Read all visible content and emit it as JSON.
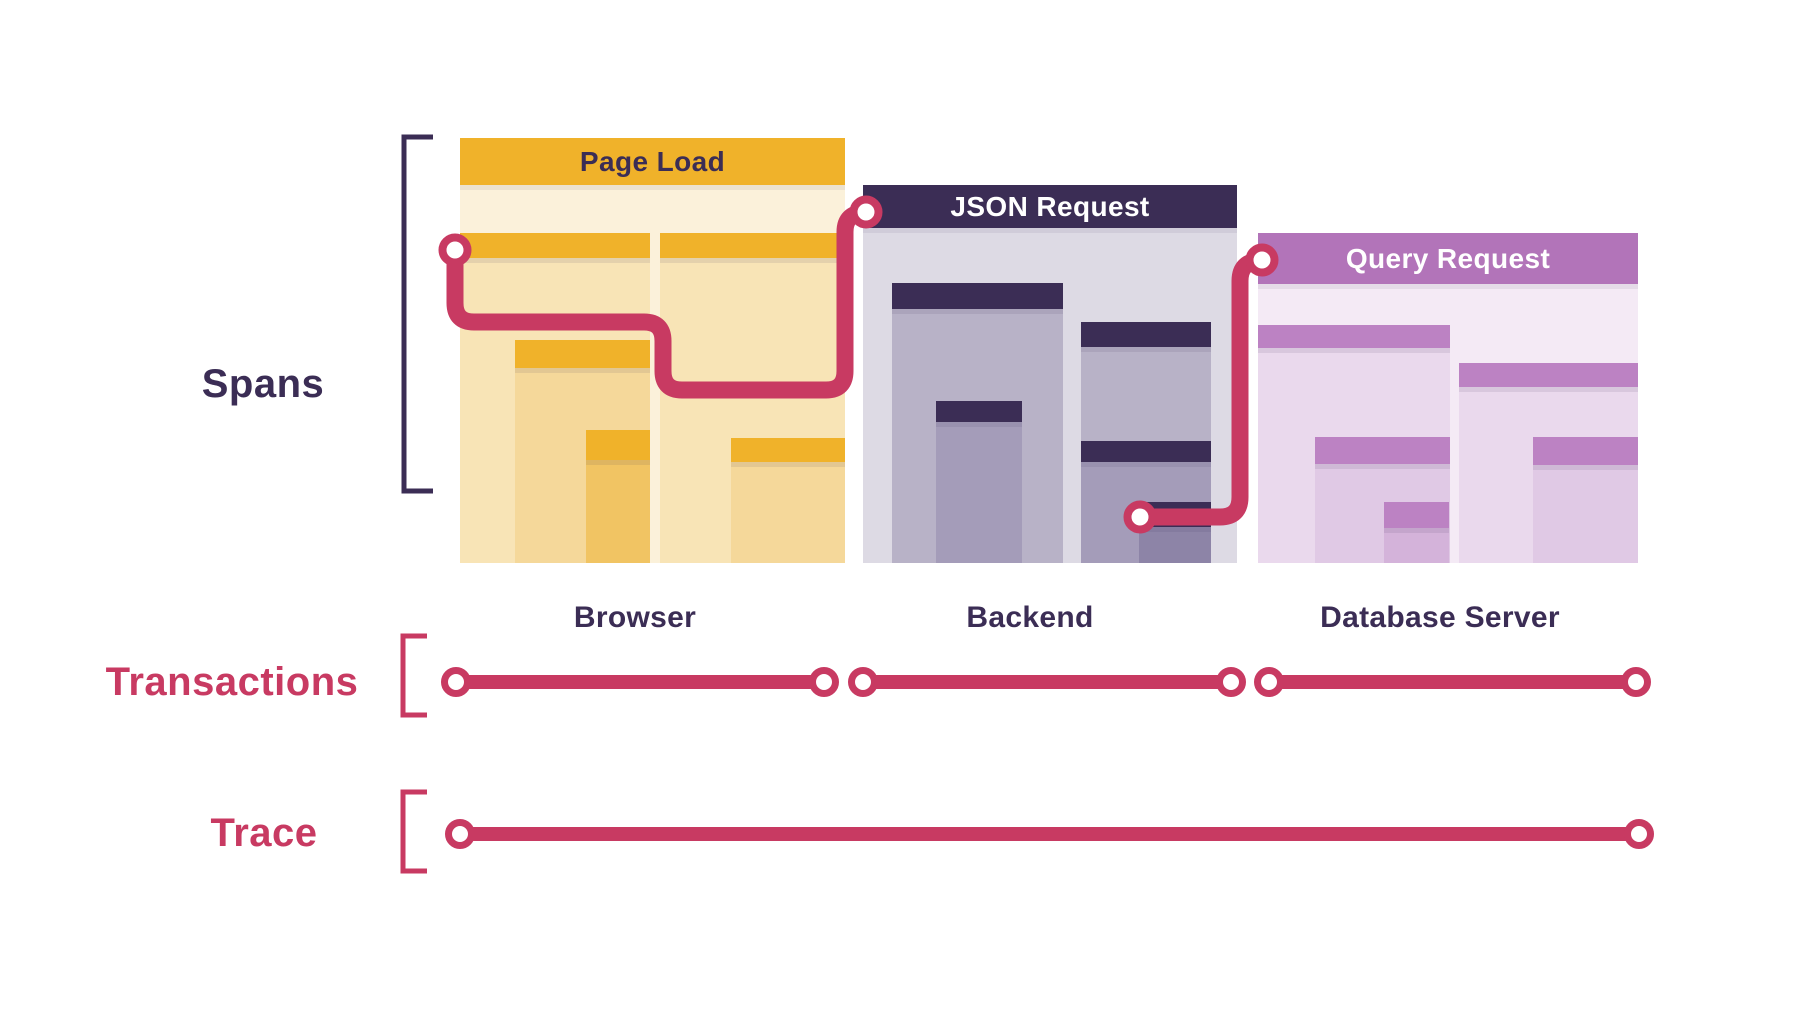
{
  "diagram": {
    "row_labels": {
      "spans": "Spans",
      "transactions": "Transactions",
      "trace": "Trace"
    },
    "panels": [
      {
        "id": "page-load",
        "title": "Page Load",
        "tier": "Browser"
      },
      {
        "id": "json-request",
        "title": "JSON Request",
        "tier": "Backend"
      },
      {
        "id": "query-request",
        "title": "Query Request",
        "tier": "Database Server"
      }
    ],
    "colors": {
      "background": "#FFFFFF",
      "navy": "#3B2D55",
      "red": "#C83A62",
      "white": "#FFFFFF",
      "gold": "#F0B22A",
      "yellow_body": "#FBF1DA",
      "yellow_depth1": "#F8E4B6",
      "yellow_depth2": "#F5D89A",
      "yellow_depth3": "#F1C463",
      "slate_body": "#DDDAE4",
      "slate_depth1": "#B8B2C7",
      "slate_depth2": "#A49CB9",
      "slate_depth3": "#8D84A7",
      "purple_header": "#B274B9",
      "purple_bar": "#BC82C3",
      "purple_body": "#F4EAF5",
      "purple_depth1": "#EAD9ED",
      "purple_depth2": "#E0C9E5",
      "purple_depth3": "#D4B3DA"
    }
  }
}
